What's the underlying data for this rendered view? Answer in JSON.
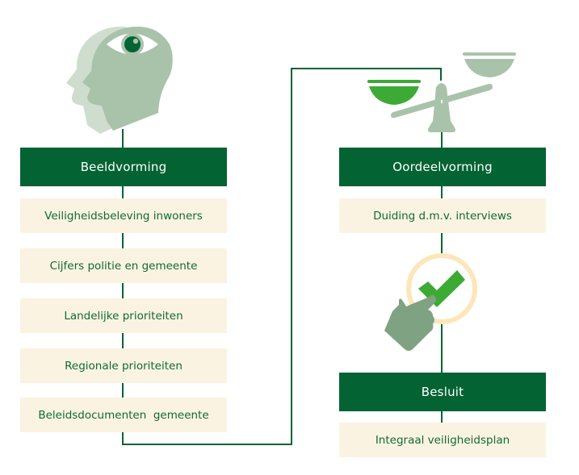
{
  "colors": {
    "dark_green": "#036333",
    "cream": "#fbf3e1",
    "item_text": "#0e6b37",
    "sage": "#a9c3aa",
    "sage_light": "#cfddcf",
    "bright_green": "#3daa35",
    "hand": "#7fa283",
    "ring": "#fde6b9"
  },
  "left_column": {
    "header": "Beeldvorming",
    "icon": "head-eye-icon",
    "items": [
      "Veiligheidsbeleving inwoners",
      "Cijfers politie en gemeente",
      "Landelijke prioriteiten",
      "Regionale prioriteiten",
      "Beleidsdocumenten  gemeente"
    ]
  },
  "right_column": {
    "header": "Oordeelvorming",
    "icon": "scale-icon",
    "items": [
      "Duiding d.m.v. interviews"
    ],
    "decision_icon": "hand-check-icon",
    "decision_header": "Besluit",
    "decision_items": [
      "Integraal veiligheidsplan"
    ]
  }
}
